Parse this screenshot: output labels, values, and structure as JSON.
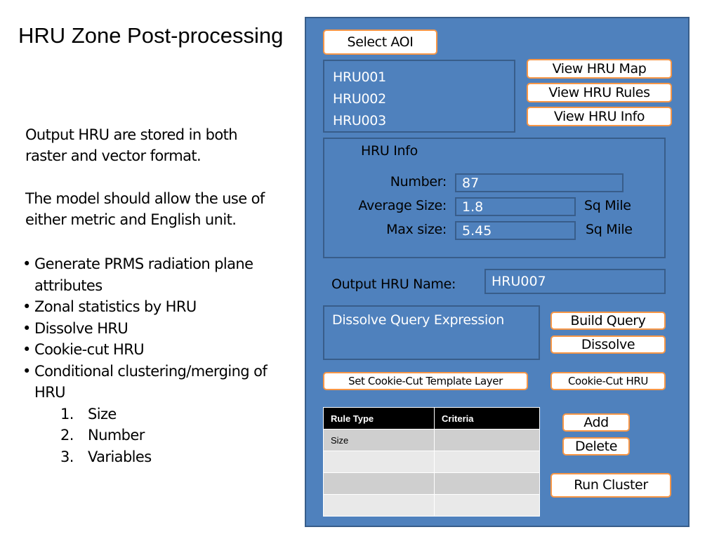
{
  "title": "HRU Zone Post-processing",
  "paragraphs": [
    "Output HRU are stored in both raster and vector format.",
    "The model should allow the use of either metric and English unit."
  ],
  "bullets": [
    "Generate PRMS radiation plane attributes",
    "Zonal statistics by HRU",
    "Dissolve HRU",
    "Cookie-cut HRU",
    "Conditional clustering/merging of HRU"
  ],
  "bullet_glyph": "•",
  "sub_items": [
    {
      "num": "1.",
      "label": "Size"
    },
    {
      "num": "2.",
      "label": "Number"
    },
    {
      "num": "3.",
      "label": "Variables"
    }
  ],
  "panel": {
    "colors": {
      "panel_fill": "#4f81bd",
      "panel_border": "#385d8a",
      "button_border": "#f79646"
    },
    "select_aoi": "Select AOI",
    "hru_list": [
      "HRU001",
      "HRU002",
      "HRU003"
    ],
    "view_map": "View HRU Map",
    "view_rules": "View HRU Rules",
    "view_info": "View HRU Info",
    "info": {
      "heading": "HRU Info",
      "number_label": "Number:",
      "number_value": "87",
      "avg_label": "Average Size:",
      "avg_value": "1.8",
      "avg_unit": "Sq Mile",
      "max_label": "Max size:",
      "max_value": "5.45",
      "max_unit": "Sq Mile"
    },
    "output_label": "Output HRU Name:",
    "output_value": "HRU007",
    "dissolve_expr": "Dissolve Query Expression",
    "build_query": "Build Query",
    "dissolve": "Dissolve",
    "set_template": "Set Cookie-Cut Template Layer",
    "cookie_cut": "Cookie-Cut HRU",
    "table": {
      "headers": [
        "Rule Type",
        "Criteria"
      ],
      "rows": [
        [
          "Size",
          ""
        ],
        [
          "",
          ""
        ],
        [
          "",
          ""
        ],
        [
          "",
          ""
        ]
      ]
    },
    "add": "Add",
    "delete": "Delete",
    "run_cluster": "Run Cluster"
  }
}
